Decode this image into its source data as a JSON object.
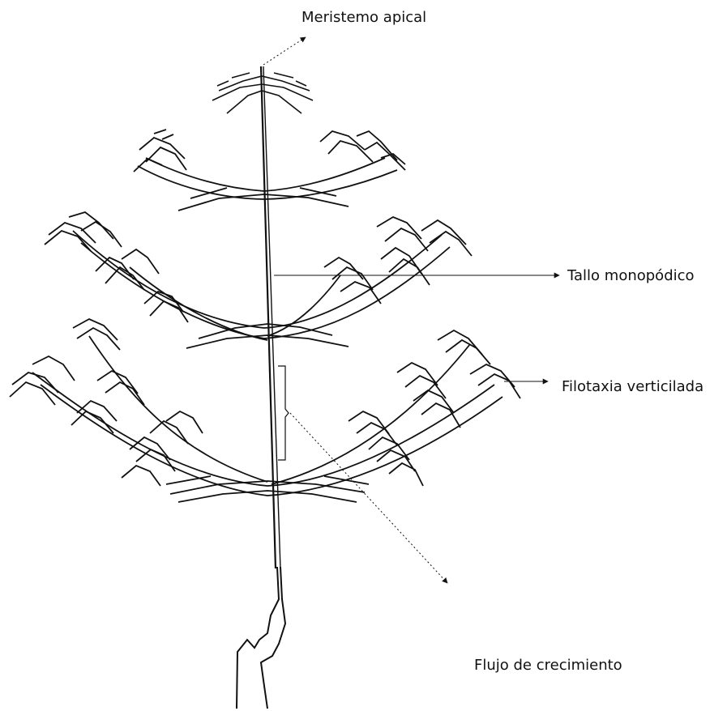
{
  "labels": {
    "meristem": "Meristemo apical",
    "stem": "Tallo monopódico",
    "phyllotaxy": "Filotaxia verticilada",
    "growth": "Flujo de crecimiento"
  },
  "colors": {
    "line": "#111111",
    "background": "#ffffff"
  }
}
